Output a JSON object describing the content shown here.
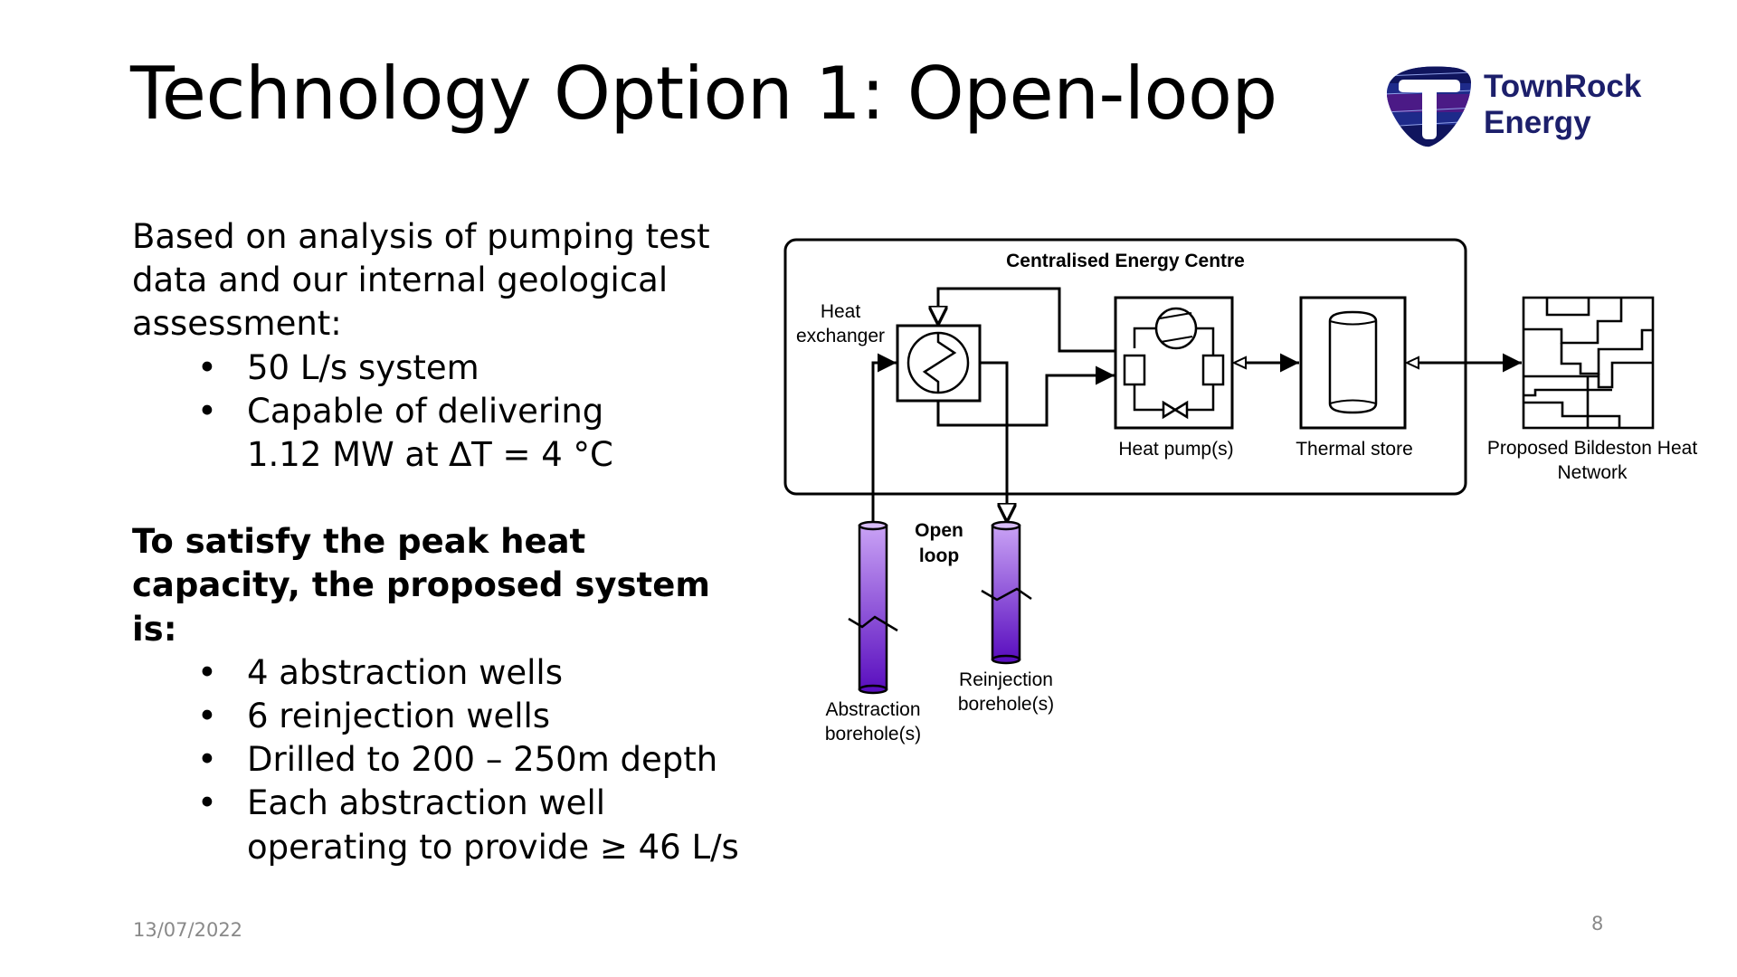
{
  "slide": {
    "title": "Technology Option 1: Open-loop",
    "logo": {
      "line1": "TownRock",
      "line2": "Energy",
      "brand_color": "#1c1f6b",
      "accent_color": "#4a1a8a"
    },
    "intro": "Based on analysis of pumping test data and our internal geological assessment:",
    "intro_bullets": [
      "50 L/s system",
      "Capable of delivering 1.12 MW at ∆T = 4 °C"
    ],
    "proposal_heading": "To satisfy the peak heat capacity, the proposed system is:",
    "proposal_bullets": [
      "4 abstraction wells",
      "6 reinjection wells",
      "Drilled to 200 – 250m depth",
      "Each abstraction well operating to provide ≥ 46 L/s"
    ],
    "bullet_glyph": "•",
    "date": "13/07/2022",
    "page_number": "8"
  },
  "diagram": {
    "energy_centre_label": "Centralised Energy Centre",
    "heat_exchanger_label_1": "Heat",
    "heat_exchanger_label_2": "exchanger",
    "heat_pump_label": "Heat pump(s)",
    "thermal_store_label": "Thermal store",
    "network_label_1": "Proposed Bildeston Heat",
    "network_label_2": "Network",
    "open_loop_label_1": "Open",
    "open_loop_label_2": "loop",
    "abstraction_label_1": "Abstraction",
    "abstraction_label_2": "borehole(s)",
    "reinjection_label_1": "Reinjection",
    "reinjection_label_2": "borehole(s)",
    "borehole_color_top": "#c9a2f5",
    "borehole_color_bottom": "#5a0fbf"
  }
}
